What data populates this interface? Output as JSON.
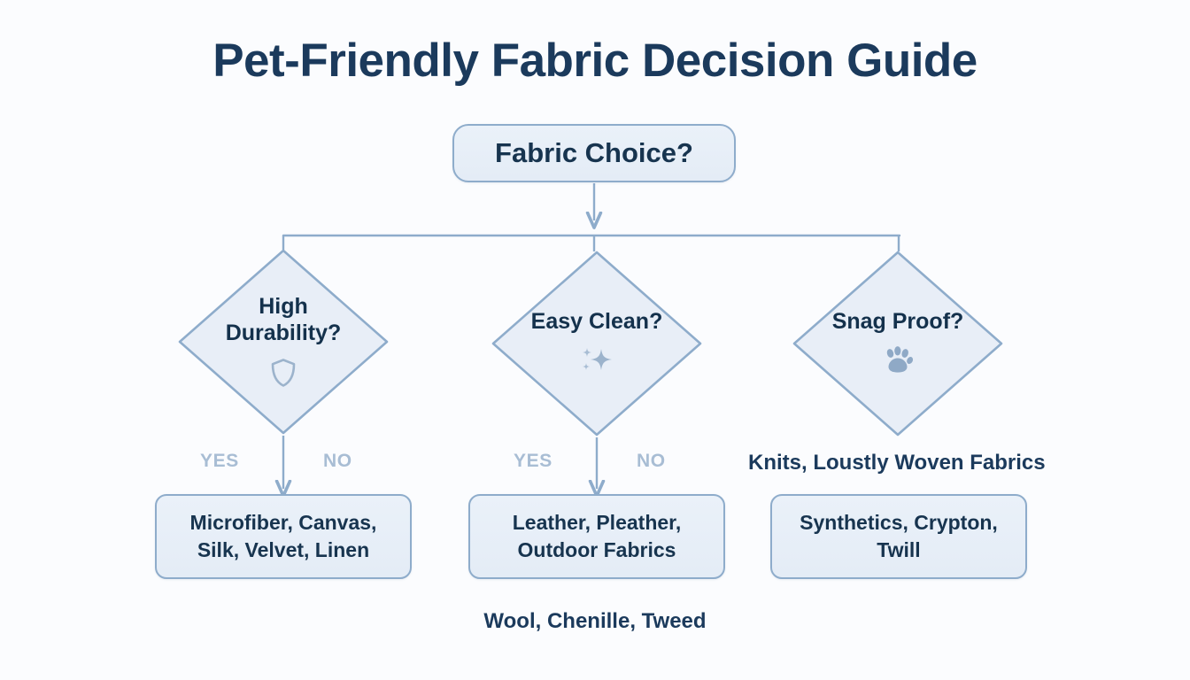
{
  "page": {
    "title": "Pet-Friendly Fabric Decision Guide",
    "background_color": "#fbfcfe",
    "accent_color": "#8eaccb",
    "node_fill_color": "#e8eef7",
    "text_color": "#17344f",
    "muted_label_color": "#a8bdd4"
  },
  "flowchart": {
    "type": "decision-tree",
    "root": {
      "id": "root",
      "label": "Fabric Choice?",
      "shape": "rounded-rectangle"
    },
    "decisions": [
      {
        "id": "high-durability",
        "label_line1": "High",
        "label_line2": "Durability?",
        "shape": "diamond",
        "icon": "shield-icon",
        "yes_label": "YES",
        "no_label": "NO",
        "yes_result": "Microfiber, Canvas, Silk, Velvet, Linen"
      },
      {
        "id": "easy-clean",
        "label_line1": "Easy Clean?",
        "label_line2": "",
        "shape": "diamond",
        "icon": "sparkle-icon",
        "yes_label": "YES",
        "no_label": "NO",
        "yes_result": "Leather, Pleather, Outdoor Fabrics"
      },
      {
        "id": "snag-proof",
        "label_line1": "Snag Proof?",
        "label_line2": "",
        "shape": "diamond",
        "icon": "paw-print-icon",
        "yes_label": "",
        "no_label": "",
        "yes_result": "Synthetics, Crypton, Twill"
      }
    ],
    "results": [
      {
        "id": "result-durability",
        "line1": "Microfiber, Canvas,",
        "line2": "Silk, Velvet, Linen"
      },
      {
        "id": "result-easy-clean",
        "line1": "Leather, Pleather,",
        "line2": "Outdoor Fabrics"
      },
      {
        "id": "result-snag-proof",
        "line1": "Synthetics, Crypton,",
        "line2": "Twill"
      }
    ],
    "notes": [
      {
        "id": "note-snag-proof",
        "text": "Knits, Loustly Woven Fabrics",
        "position": "right-above-result"
      },
      {
        "id": "note-bottom",
        "text": "Wool, Chenille, Tweed",
        "position": "bottom-center"
      }
    ]
  }
}
